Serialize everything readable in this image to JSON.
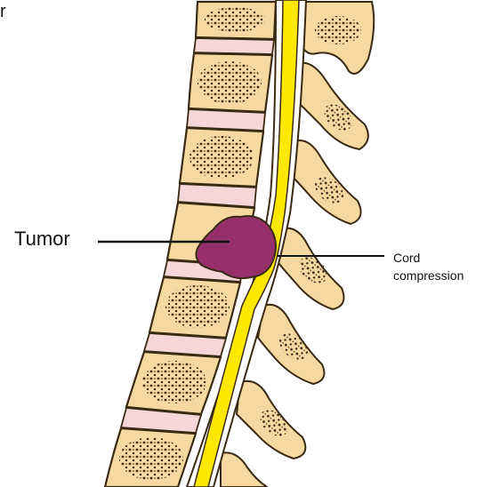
{
  "labels": {
    "corner_fragment": "r",
    "tumor": "Tumor",
    "cord_line1": "Cord",
    "cord_line2": "compression"
  },
  "colors": {
    "bone_fill": "#f5d9a0",
    "bone_outline": "#3a2a14",
    "disc_fill": "#f6d6d6",
    "spinal_cord": "#ffe800",
    "tumor": "#96306a",
    "pointer_line": "#111111"
  }
}
